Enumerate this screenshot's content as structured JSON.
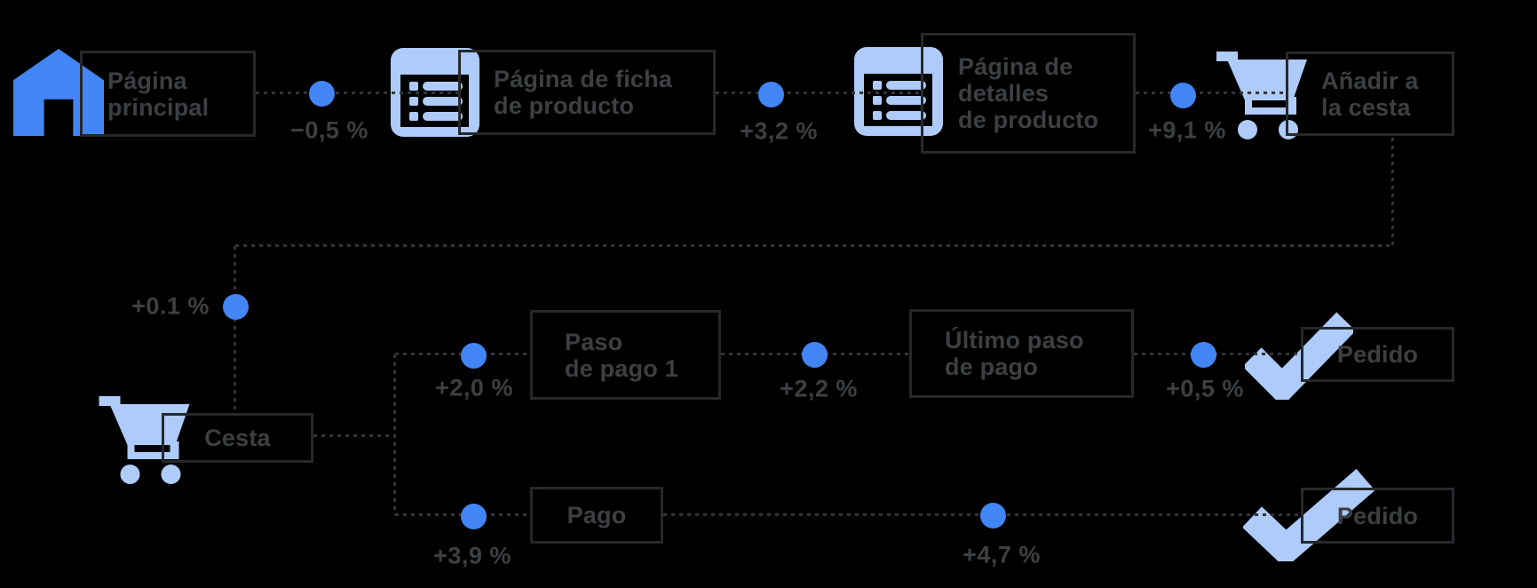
{
  "colors": {
    "accent_blue": "#4285F4",
    "light_blue": "#AECBFA",
    "text": "#3C4043",
    "box_border": "#26282B",
    "dash_line": "#32353A",
    "background": "#000000"
  },
  "funnel": {
    "nodes": {
      "pagina_principal": {
        "lines": [
          "Página",
          "principal"
        ],
        "icon": "home-icon"
      },
      "pagina_ficha": {
        "lines": [
          "Página de ficha",
          "de producto"
        ],
        "icon": "list-icon"
      },
      "pagina_detalles": {
        "lines": [
          "Página de",
          "detalles",
          "de producto"
        ],
        "icon": "list-icon"
      },
      "anadir_cesta": {
        "lines": [
          "Añadir a",
          "la cesta"
        ],
        "icon": "cart-icon"
      },
      "cesta": {
        "lines": [
          "Cesta"
        ],
        "icon": "cart-icon"
      },
      "paso_pago_1": {
        "lines": [
          "Paso",
          "de pago 1"
        ],
        "icon": null
      },
      "ultimo_paso": {
        "lines": [
          "Último paso",
          "de pago"
        ],
        "icon": null
      },
      "pedido_superior": {
        "lines": [
          "Pedido"
        ],
        "icon": "check-icon"
      },
      "pago": {
        "lines": [
          "Pago"
        ],
        "icon": null
      },
      "pedido_inferior": {
        "lines": [
          "Pedido"
        ],
        "icon": "check-icon"
      }
    },
    "deltas": {
      "home_to_ficha": "−0,5 %",
      "ficha_to_detalles": "+3,2 %",
      "detalles_to_anadir": "+9,1 %",
      "anadir_to_cesta": "+0.1 %",
      "cesta_to_paso1": "+2,0 %",
      "paso1_to_ultimo": "+2,2 %",
      "ultimo_to_pedido": "+0,5 %",
      "cesta_to_pago": "+3,9 %",
      "pago_to_pedido": "+4,7 %"
    }
  }
}
